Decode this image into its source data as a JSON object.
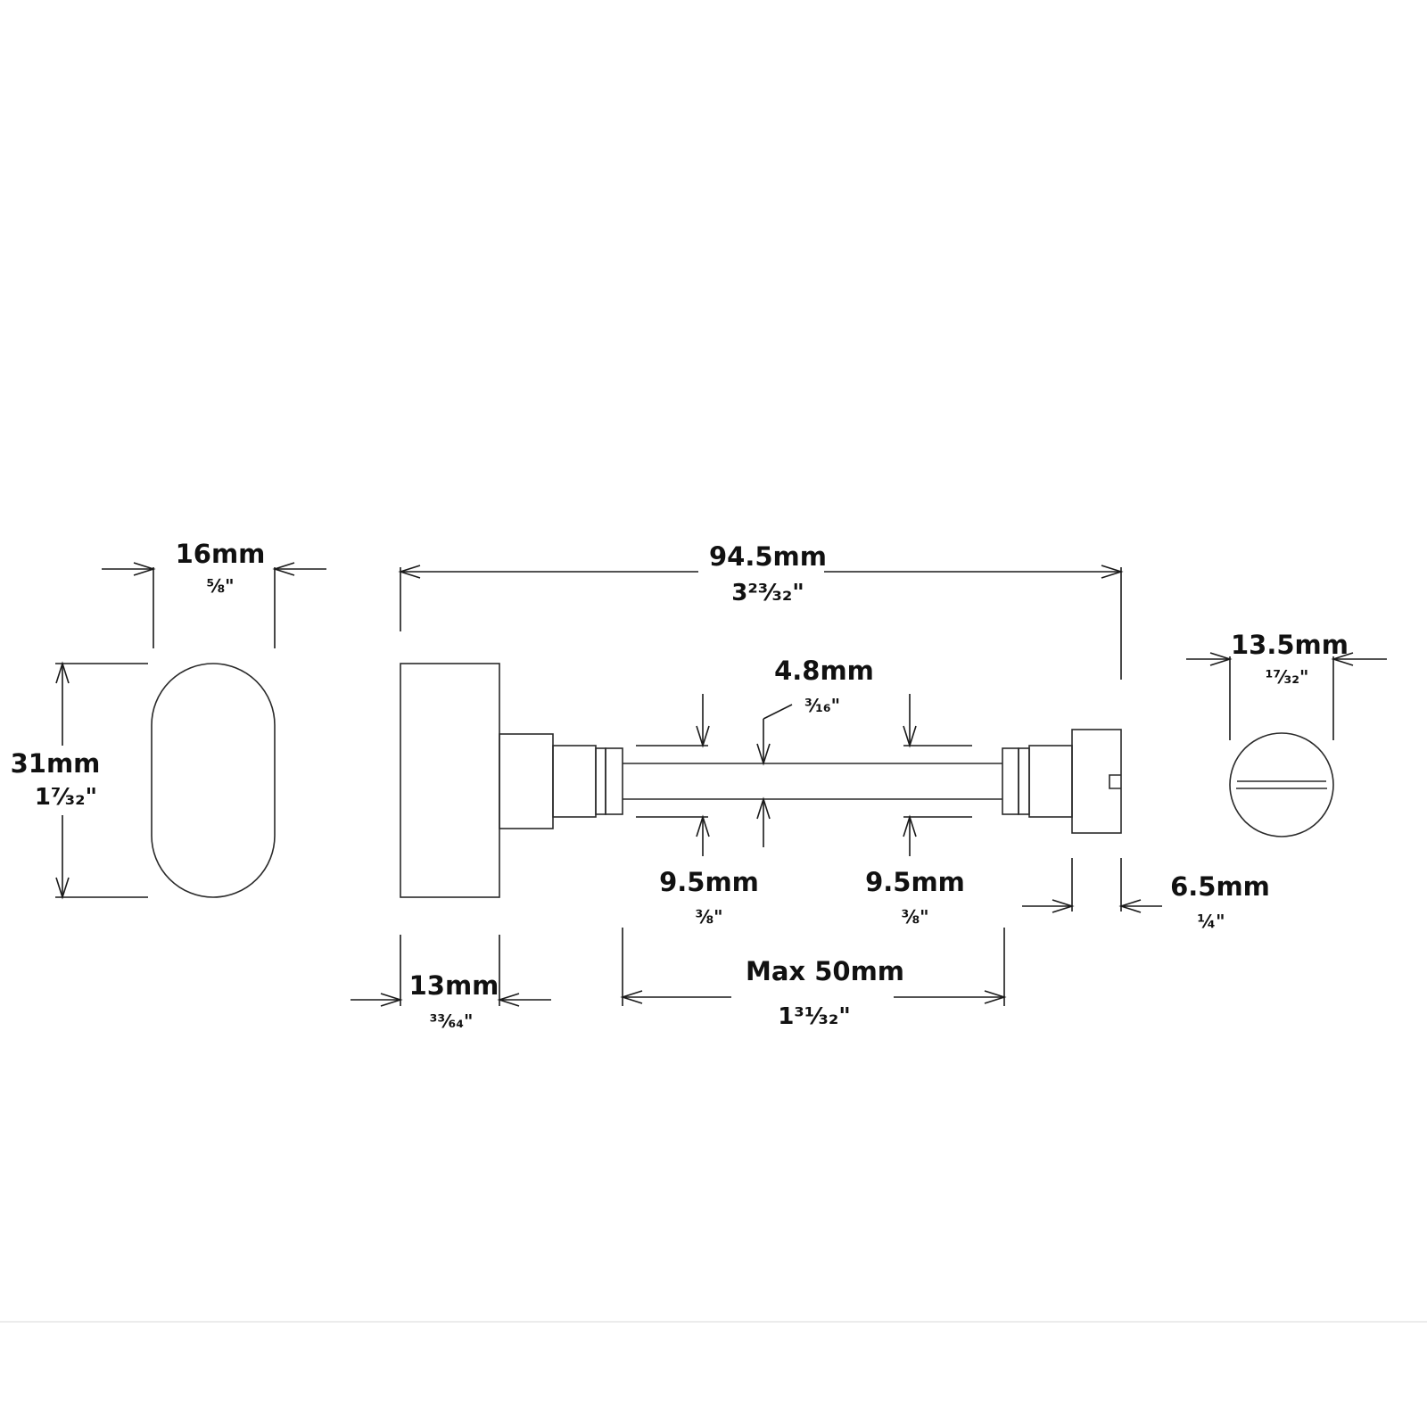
{
  "dimensions": {
    "oval_width": {
      "mm": "16mm",
      "inch": "⅝\""
    },
    "oval_height": {
      "mm": "31mm",
      "inch": "1⁷⁄₃₂\""
    },
    "overall_length": {
      "mm": "94.5mm",
      "inch": "3²³⁄₃₂\""
    },
    "spindle_diameter": {
      "mm": "4.8mm",
      "inch": "³⁄₁₆\""
    },
    "left_collar": {
      "mm": "9.5mm",
      "inch": "⅜\""
    },
    "right_collar": {
      "mm": "9.5mm",
      "inch": "⅜\""
    },
    "rose_thickness": {
      "mm": "13mm",
      "inch": "³³⁄₆₄\""
    },
    "max_length": {
      "mm": "Max 50mm",
      "inch": "1³¹⁄₃₂\""
    },
    "screw_head_width": {
      "mm": "6.5mm",
      "inch": "¼\""
    },
    "screw_head_diameter": {
      "mm": "13.5mm",
      "inch": "¹⁷⁄₃₂\""
    }
  },
  "colors": {
    "line": "#1a1a1a",
    "background": "#ffffff"
  }
}
